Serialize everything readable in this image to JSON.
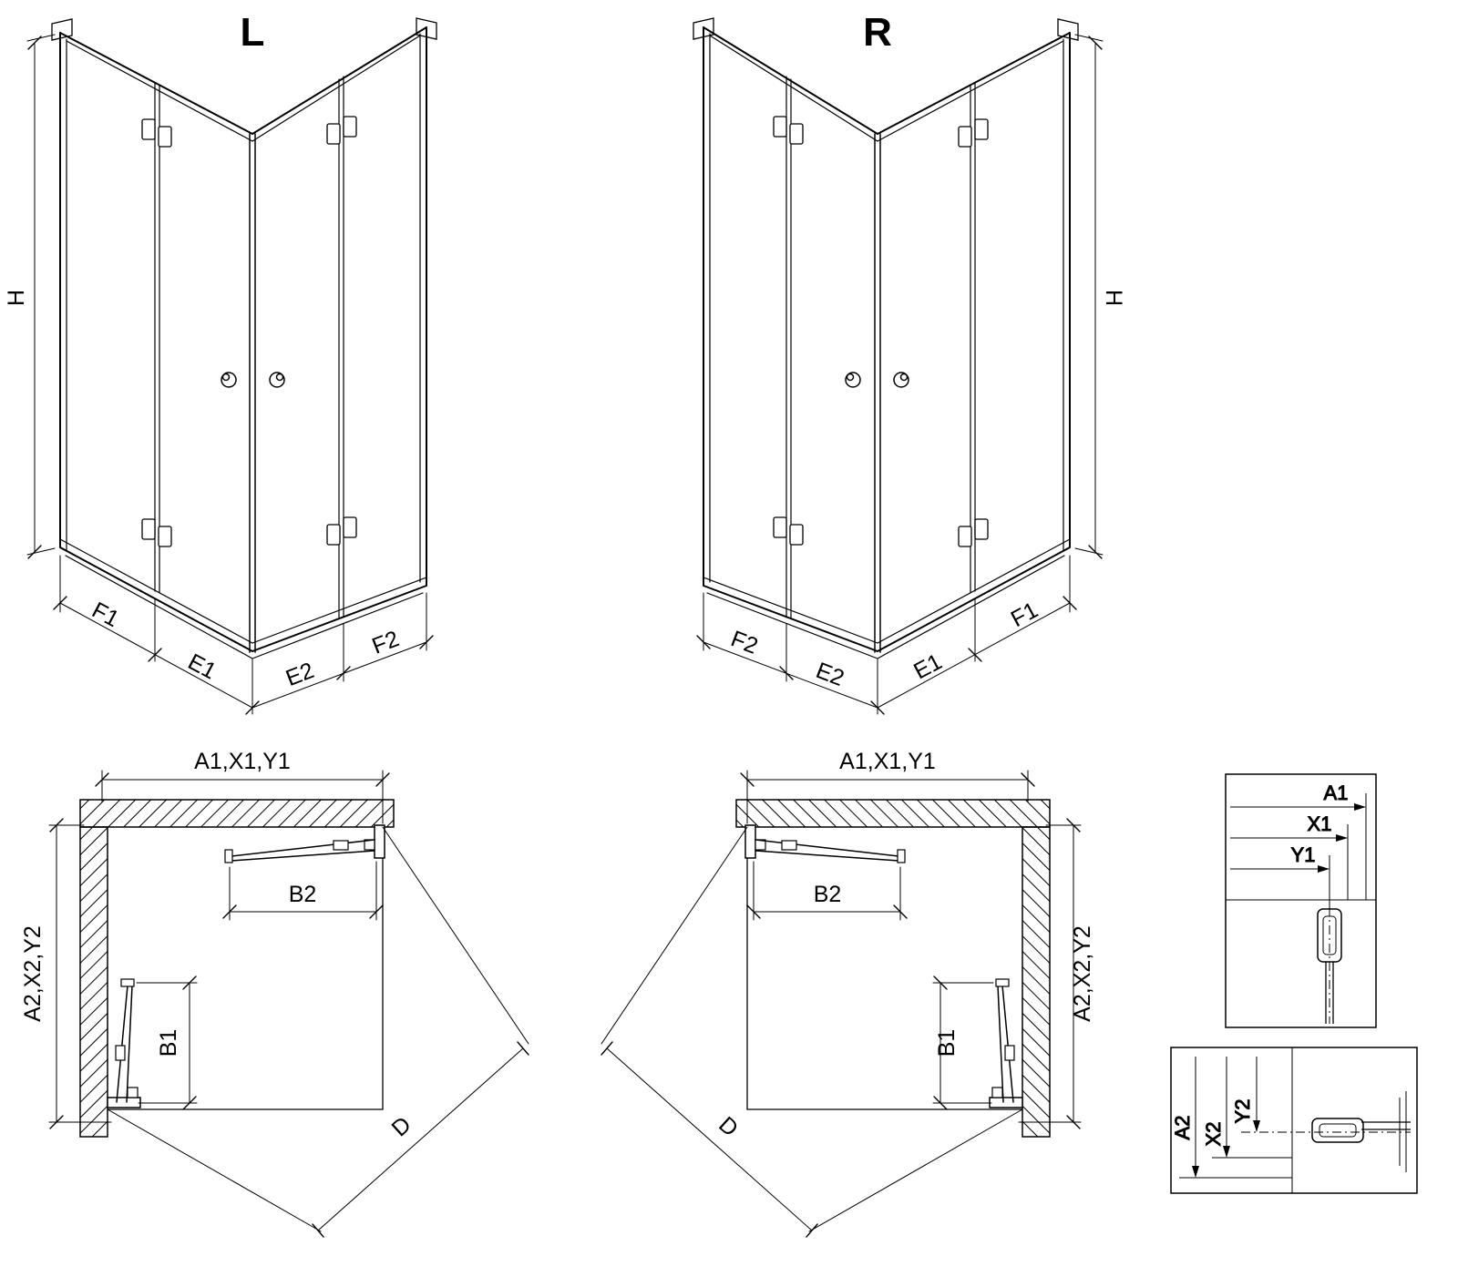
{
  "colors": {
    "line": "#000000",
    "background": "#ffffff"
  },
  "views": {
    "front_left": {
      "title": "L",
      "height_label": "H",
      "width_labels": {
        "f1": "F1",
        "e1": "E1",
        "e2": "E2",
        "f2": "F2"
      }
    },
    "front_right": {
      "title": "R",
      "height_label": "H",
      "width_labels": {
        "f1": "F1",
        "e1": "E1",
        "e2": "E2",
        "f2": "F2"
      }
    },
    "plan_left": {
      "width_label": "A1,X1,Y1",
      "depth_label": "A2,X2,Y2",
      "door_top_label": "B2",
      "door_side_label": "B1",
      "diagonal_label": "D"
    },
    "plan_right": {
      "width_label": "A1,X1,Y1",
      "depth_label": "A2,X2,Y2",
      "door_top_label": "B2",
      "door_side_label": "B1",
      "diagonal_label": "D"
    },
    "detail_wall": {
      "labels": {
        "a1": "A1",
        "x1": "X1",
        "y1": "Y1"
      }
    },
    "detail_floor": {
      "labels": {
        "a2": "A2",
        "x2": "X2",
        "y2": "Y2"
      }
    }
  }
}
